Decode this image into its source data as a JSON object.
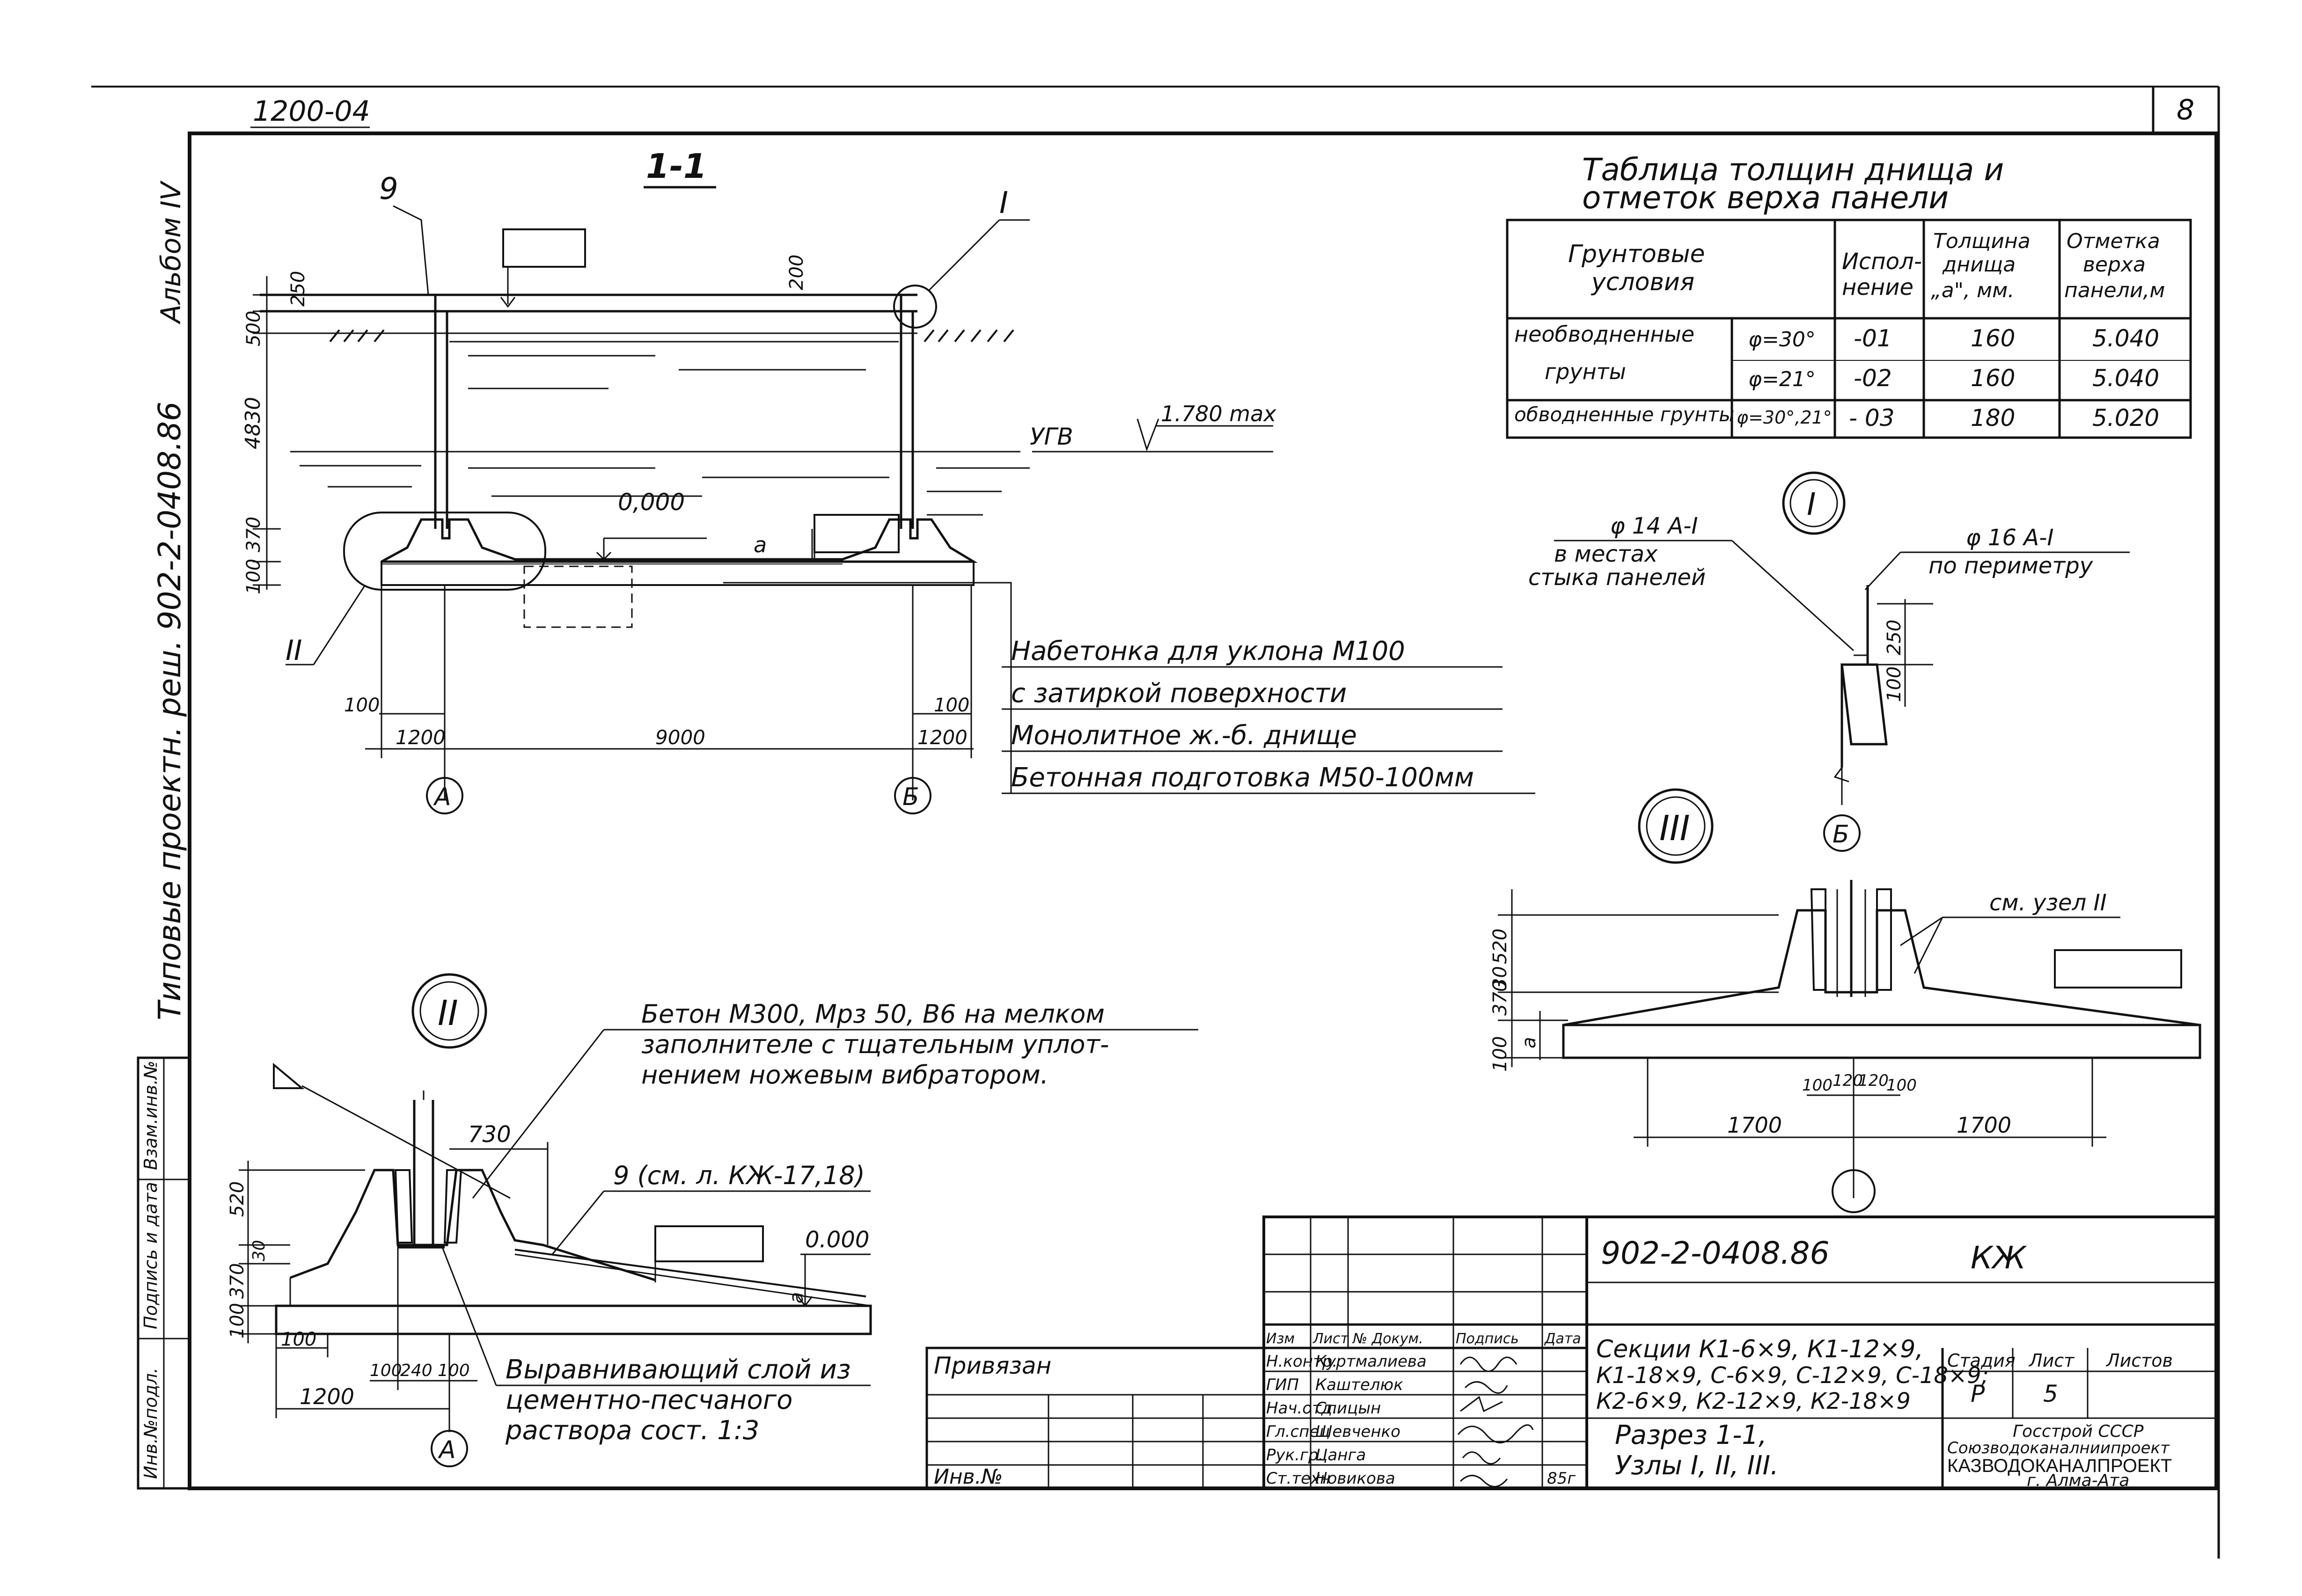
{
  "sheet": {
    "page_number": "8",
    "code_top": "1200-04",
    "side_album": "Альбом IV",
    "side_series": "Типовые проектн. реш. 902-2-0408.86",
    "side_stamp": [
      "Инв.№подл.",
      "Подпись и дата",
      "Взам.инв.№"
    ]
  },
  "section_1_1": {
    "title": "1-1",
    "mark_9": "9",
    "mark_I": "I",
    "mark_II": "II",
    "dims": {
      "d250": "250",
      "d500": "500",
      "d200": "200",
      "d4830": "4830",
      "d370": "370",
      "d100": "100",
      "d100b": "100",
      "d100c": "100",
      "d1200": "1200",
      "d9000": "9000",
      "d1200b": "1200"
    },
    "level_0": "0,000",
    "level_ugv_value": "1.780 max",
    "ugv_label": "УГВ",
    "a_label": "а",
    "axis_a": "А",
    "axis_b": "Б",
    "notes": [
      "Набетонка для уклона М100",
      "с затиркой поверхности",
      "Монолитное ж.-б. днище",
      "Бетонная подготовка М50-100мм"
    ]
  },
  "table": {
    "title_line1": "Таблица толщин днища и",
    "title_line2": "отметок верха панели",
    "header": {
      "col1": [
        "Грунтовые",
        "условия"
      ],
      "col2": [
        "Испол-",
        "нение"
      ],
      "col3": [
        "Толщина",
        "днища",
        "„а\", мм."
      ],
      "col4": [
        "Отметка",
        "верха",
        "панели,м"
      ]
    },
    "rows": [
      {
        "cond": "необводненные",
        "phi": "φ=30°",
        "exec": "-01",
        "thick": "160",
        "mark": "5.040"
      },
      {
        "cond": "грунты",
        "phi": "φ=21°",
        "exec": "-02",
        "thick": "160",
        "mark": "5.040"
      },
      {
        "cond": "обводненные грунты",
        "phi": "φ=30°,21°",
        "exec": "- 03",
        "thick": "180",
        "mark": "5.020"
      }
    ]
  },
  "node_I": {
    "label": "I",
    "note_left_1": "φ 14 А-I",
    "note_left_2": "в местах",
    "note_left_3": "стыка панелей",
    "note_right_1": "φ 16 А-I",
    "note_right_2": "по периметру",
    "d250": "250",
    "d100": "100",
    "axis": "Б"
  },
  "node_III": {
    "label": "III",
    "see_node": "см. узел II",
    "d520": "520",
    "d370": "370",
    "d30": "30",
    "d100": "100",
    "a_label": "а",
    "d100b": "100",
    "d120a": "120",
    "d120b": "120",
    "d100c": "100",
    "d1700a": "1700",
    "d1700b": "1700"
  },
  "node_II": {
    "label": "II",
    "note_1": "Бетон М300, Мрз 50, В6 на мелком",
    "note_2": "заполнителе с тщательным уплот-",
    "note_3": "нением ножевым вибратором.",
    "d730": "730",
    "ref_9": "9 (см. л. КЖ-17,18)",
    "level_0": "0.000",
    "d520": "520",
    "d30": "30",
    "d370": "370",
    "d100": "100",
    "a_label": "а",
    "d100b": "100",
    "d100c": "100",
    "d240": "240",
    "d100d": "100",
    "d1200": "1200",
    "note_b1": "Выравнивающий слой из",
    "note_b2": "цементно-песчаного",
    "note_b3": "раствора сост. 1:3",
    "axis": "А"
  },
  "title_block": {
    "privyazan": "Привязан",
    "inv": "Инв.№",
    "doc_code": "902-2-0408.86",
    "mark": "КЖ",
    "col_heads": [
      "Изм",
      "Лист",
      "№ Докум.",
      "Подпись",
      "Дата"
    ],
    "people": [
      {
        "role": "Н.контр.",
        "name": "Куртмалиева"
      },
      {
        "role": "ГИП",
        "name": "Каштелюк"
      },
      {
        "role": "Нач.отд.",
        "name": "Спицын"
      },
      {
        "role": "Гл.спец",
        "name": "Шевченко"
      },
      {
        "role": "Рук.гр.",
        "name": "Цанга"
      },
      {
        "role": "Ст.техн",
        "name": "Новикова"
      }
    ],
    "year": "85г",
    "desc_1": "Секции К1-6×9, К1-12×9,",
    "desc_2": "К1-18×9, С-6×9, С-12×9, С-18×9;",
    "desc_3": "К2-6×9, К2-12×9, К2-18×9",
    "desc_4": "Разрез 1-1,",
    "desc_5": "Узлы I, II, III.",
    "stage_head": "Стадия",
    "sheet_head": "Лист",
    "sheets_head": "Листов",
    "stage": "Р",
    "sheet": "5",
    "sheets": "",
    "org_1": "Госстрой СССР",
    "org_2": "Союзводоканалниипроект",
    "org_3": "КАЗВОДОКАНАЛПРОЕКТ",
    "org_4": "г. Алма-Ата"
  }
}
